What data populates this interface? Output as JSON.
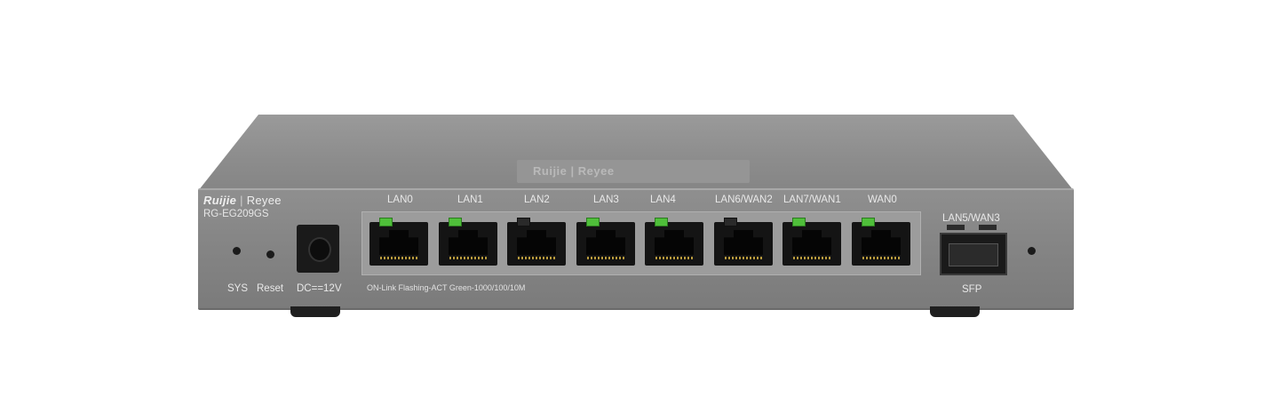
{
  "device": {
    "brand": "Ruijie",
    "sub_brand": "Reyee",
    "model": "RG-EG209GS",
    "top_brand": "Ruijie | Reyee"
  },
  "front_panel": {
    "sys_label": "SYS",
    "reset_label": "Reset",
    "power_label": "DC==12V",
    "led_legend": "ON-Link Flashing-ACT Green-1000/100/10M",
    "sfp_port_label": "LAN5/WAN3",
    "sfp_label": "SFP",
    "ports": [
      {
        "label": "LAN0",
        "led": "on"
      },
      {
        "label": "LAN1",
        "led": "on"
      },
      {
        "label": "LAN2",
        "led": "off"
      },
      {
        "label": "LAN3",
        "led": "on"
      },
      {
        "label": "LAN4",
        "led": "on"
      },
      {
        "label": "LAN6/WAN2",
        "led": "off"
      },
      {
        "label": "LAN7/WAN1",
        "led": "on"
      },
      {
        "label": "WAN0",
        "led": "on"
      }
    ]
  },
  "colors": {
    "chassis": "#868686",
    "led_green": "#4fbf3a"
  }
}
